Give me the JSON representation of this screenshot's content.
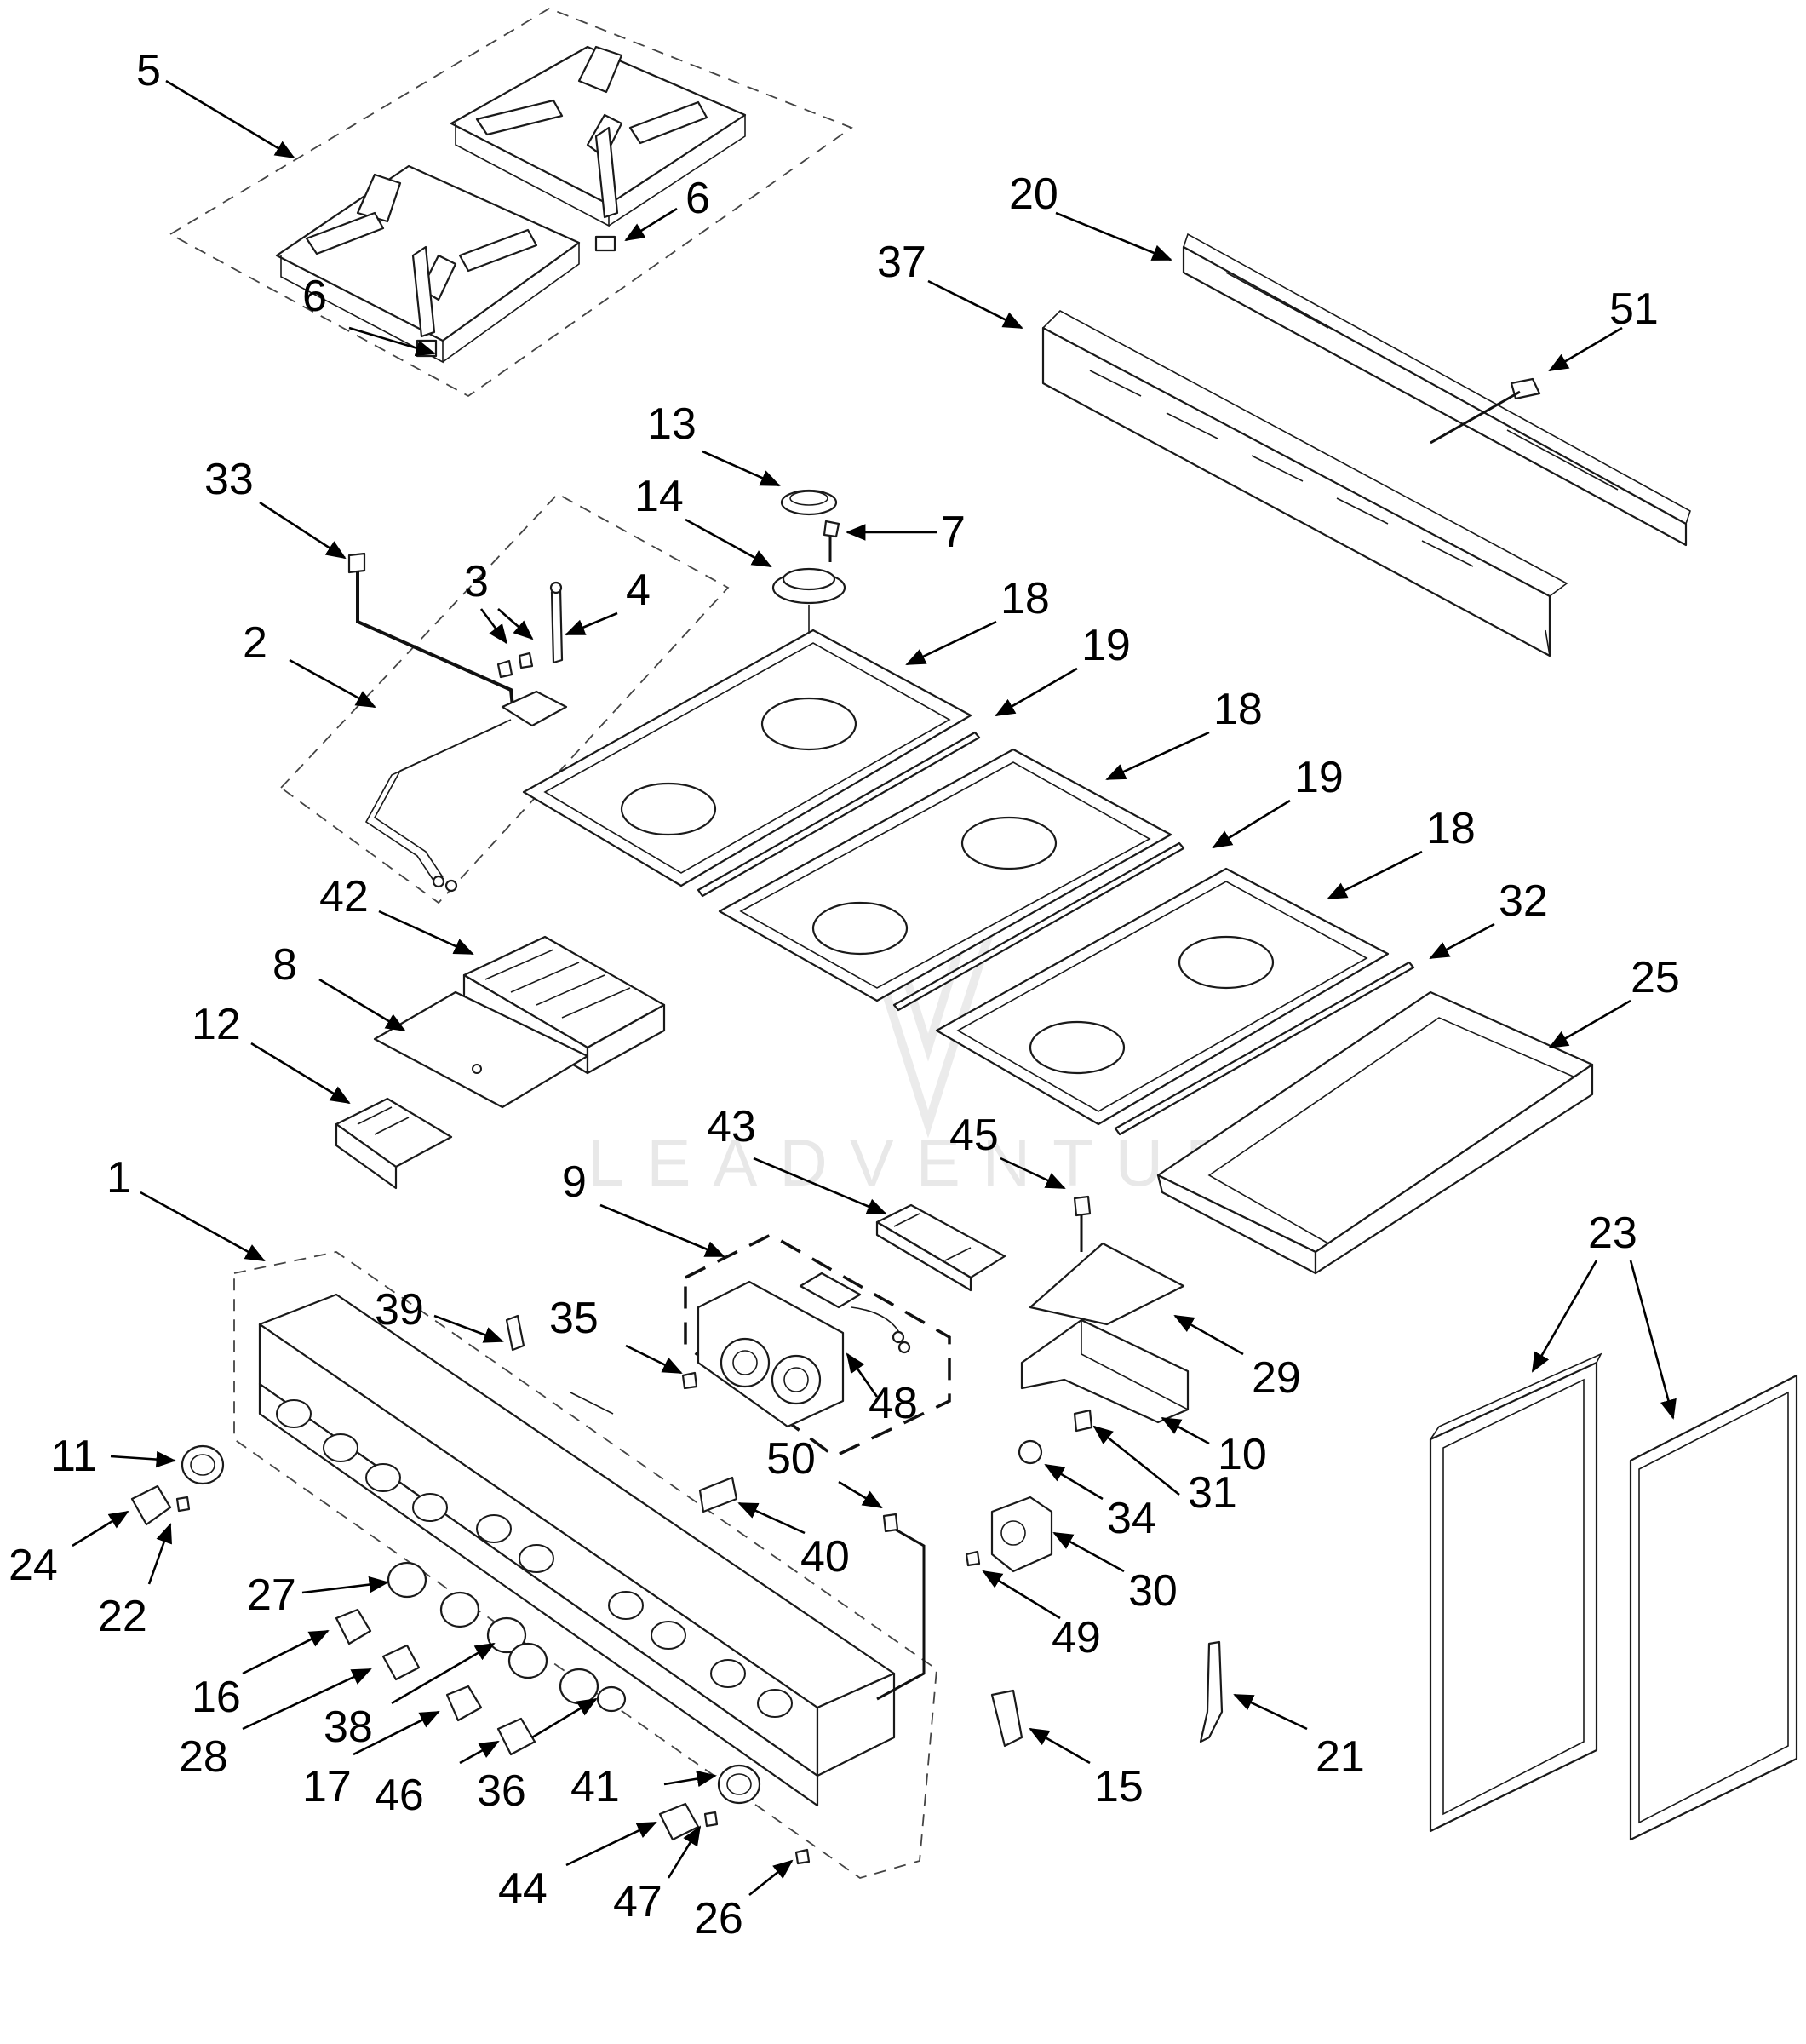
{
  "watermark": {
    "text": "LEADVENTURE"
  },
  "callouts": [
    {
      "id": "c5",
      "label": "5"
    },
    {
      "id": "c6a",
      "label": "6"
    },
    {
      "id": "c6b",
      "label": "6"
    },
    {
      "id": "c20",
      "label": "20"
    },
    {
      "id": "c37",
      "label": "37"
    },
    {
      "id": "c51",
      "label": "51"
    },
    {
      "id": "c13",
      "label": "13"
    },
    {
      "id": "c14",
      "label": "14"
    },
    {
      "id": "c7",
      "label": "7"
    },
    {
      "id": "c33",
      "label": "33"
    },
    {
      "id": "c3",
      "label": "3"
    },
    {
      "id": "c4",
      "label": "4"
    },
    {
      "id": "c2",
      "label": "2"
    },
    {
      "id": "c18a",
      "label": "18"
    },
    {
      "id": "c19a",
      "label": "19"
    },
    {
      "id": "c18b",
      "label": "18"
    },
    {
      "id": "c19b",
      "label": "19"
    },
    {
      "id": "c18c",
      "label": "18"
    },
    {
      "id": "c32",
      "label": "32"
    },
    {
      "id": "c25",
      "label": "25"
    },
    {
      "id": "c42",
      "label": "42"
    },
    {
      "id": "c8",
      "label": "8"
    },
    {
      "id": "c12",
      "label": "12"
    },
    {
      "id": "c43",
      "label": "43"
    },
    {
      "id": "c45",
      "label": "45"
    },
    {
      "id": "c9",
      "label": "9"
    },
    {
      "id": "c1",
      "label": "1"
    },
    {
      "id": "c23",
      "label": "23"
    },
    {
      "id": "c39",
      "label": "39"
    },
    {
      "id": "c35",
      "label": "35"
    },
    {
      "id": "c48",
      "label": "48"
    },
    {
      "id": "c29",
      "label": "29"
    },
    {
      "id": "c10",
      "label": "10"
    },
    {
      "id": "c11",
      "label": "11"
    },
    {
      "id": "c50",
      "label": "50"
    },
    {
      "id": "c31",
      "label": "31"
    },
    {
      "id": "c34",
      "label": "34"
    },
    {
      "id": "c24",
      "label": "24"
    },
    {
      "id": "c22",
      "label": "22"
    },
    {
      "id": "c40",
      "label": "40"
    },
    {
      "id": "c30",
      "label": "30"
    },
    {
      "id": "c27",
      "label": "27"
    },
    {
      "id": "c49",
      "label": "49"
    },
    {
      "id": "c16",
      "label": "16"
    },
    {
      "id": "c28",
      "label": "28"
    },
    {
      "id": "c38",
      "label": "38"
    },
    {
      "id": "c21",
      "label": "21"
    },
    {
      "id": "c17",
      "label": "17"
    },
    {
      "id": "c46",
      "label": "46"
    },
    {
      "id": "c36",
      "label": "36"
    },
    {
      "id": "c15",
      "label": "15"
    },
    {
      "id": "c41",
      "label": "41"
    },
    {
      "id": "c44",
      "label": "44"
    },
    {
      "id": "c47",
      "label": "47"
    },
    {
      "id": "c26",
      "label": "26"
    }
  ]
}
